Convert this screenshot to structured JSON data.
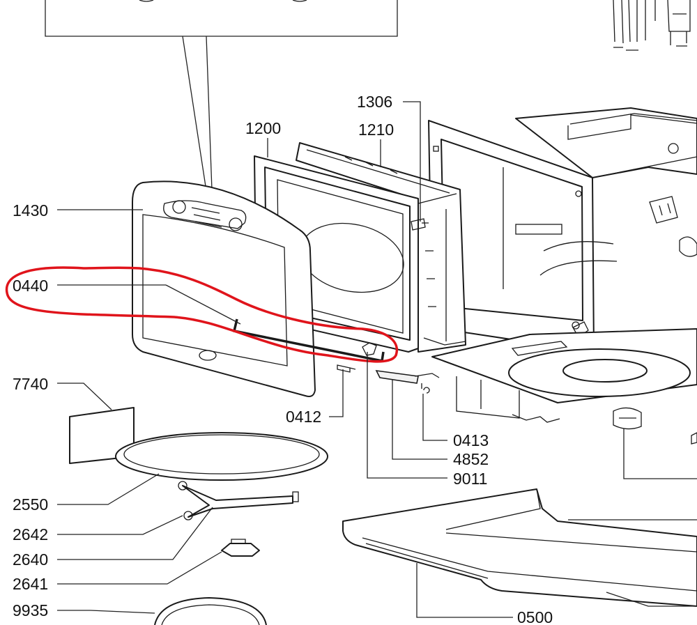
{
  "labels": {
    "l1430": "1430",
    "l1200": "1200",
    "l1210": "1210",
    "l1306": "1306",
    "l0440": "0440",
    "l7740": "7740",
    "l0412": "0412",
    "l0413": "0413",
    "l4852": "4852",
    "l9011": "9011",
    "l2550": "2550",
    "l2642": "2642",
    "l2640": "2640",
    "l2641": "2641",
    "l9935": "9935",
    "l0500": "0500"
  },
  "highlight_color": "#e0141b"
}
